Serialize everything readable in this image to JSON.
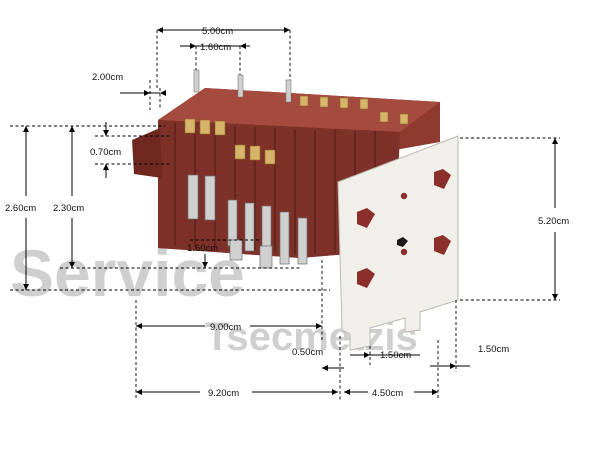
{
  "watermark": {
    "line1": "Service",
    "line2": "Tsecmetzis",
    "color": "#cfcfcf"
  },
  "dimensions": {
    "top_width": "5.00cm",
    "top_pitch": "1.60cm",
    "top_offset": "2.00cm",
    "pin_height": "0.70cm",
    "total_height": "2.60cm",
    "body_height": "2.30cm",
    "plate_height": "5.20cm",
    "tab_height": "1.60cm",
    "body_length": "9.00cm",
    "plate_thickness": "0.50cm",
    "tab_spacing_a": "1.50cm",
    "tab_spacing_b": "1.50cm",
    "total_length": "9.20cm",
    "plate_width": "4.50cm"
  },
  "colors": {
    "body": "#8e3a30",
    "body_dark": "#6e2820",
    "plate": "#f1efea",
    "plate_slot": "#8a2f2a",
    "brass": "#d7b46a",
    "terminal": "#c9c9c9"
  }
}
